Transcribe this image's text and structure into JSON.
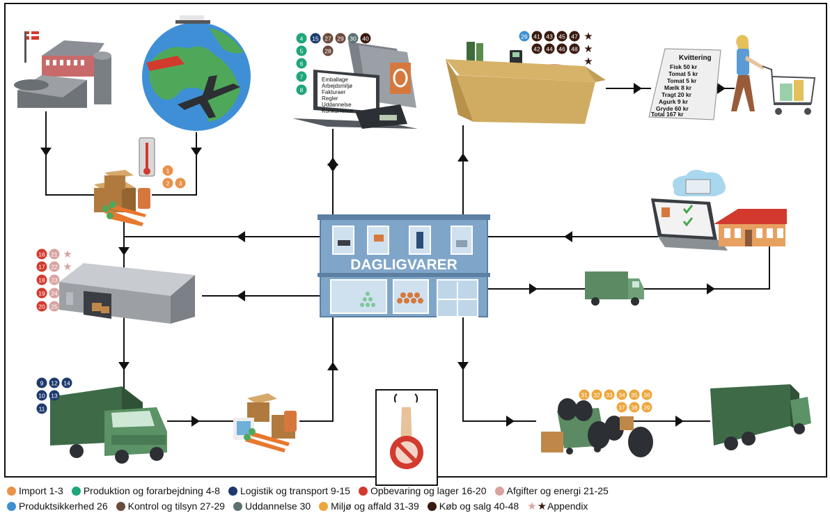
{
  "store_sign": "DAGLIGVARER",
  "laptop_doc": [
    "Emballage",
    "Arbejdsmiljø",
    "Fakturaer",
    "Regler",
    "Uddannelse",
    "Konkurrence"
  ],
  "receipt": {
    "title": "Kvittering",
    "lines": [
      "Fisk   50 kr",
      "Tomat   5 kr",
      "Tomat   5 kr",
      "Mælk    8 kr",
      "Tragt  20 kr",
      "Agurk   9 kr",
      "Gryde  60 kr",
      "Total 167 kr"
    ]
  },
  "colors": {
    "import": "#E8924A",
    "production": "#1FA57A",
    "logistics": "#1E3A6E",
    "storage": "#D23A2E",
    "fees": "#D9A3A0",
    "safety": "#3F8FD0",
    "control": "#6B4A3C",
    "education": "#5C7274",
    "environment": "#EDA63C",
    "trade": "#3A1A10",
    "appendix_light": "#D9A3A0",
    "appendix_dark": "#3A1A10",
    "store_blue": "#7FA6C9",
    "truck_green": "#5B8A63",
    "box_tan": "#E9CD8E"
  },
  "badges": {
    "import": [
      "1",
      "2",
      "3"
    ],
    "production": [
      "4",
      "5",
      "6",
      "7",
      "8"
    ],
    "logistics_top": [
      "15"
    ],
    "control_top": [
      "27",
      "29"
    ],
    "control_mid": [
      "28"
    ],
    "education": [
      "30"
    ],
    "trade_top": [
      "40"
    ],
    "safety": [
      "26"
    ],
    "trade_box": [
      "41",
      "43",
      "45",
      "47",
      "42",
      "44",
      "46",
      "48"
    ],
    "storage": [
      "16",
      "17",
      "18",
      "19",
      "20"
    ],
    "fees": [
      "21",
      "22",
      "23",
      "24",
      "25"
    ],
    "logistics_truck": [
      "9",
      "12",
      "14",
      "10",
      "13",
      "11"
    ],
    "environment": [
      "31",
      "32",
      "33",
      "34",
      "35",
      "36",
      "37",
      "38",
      "39"
    ]
  },
  "legend": [
    {
      "label": "Import 1-3",
      "color": "import",
      "kind": "dot"
    },
    {
      "label": "Produktion og forarbejdning 4-8",
      "color": "production",
      "kind": "dot"
    },
    {
      "label": "Logistik og transport 9-15",
      "color": "logistics",
      "kind": "dot"
    },
    {
      "label": "Opbevaring og lager 16-20",
      "color": "storage",
      "kind": "dot"
    },
    {
      "label": "Afgifter og energi 21-25",
      "color": "fees",
      "kind": "dot"
    },
    {
      "label": "Produktsikkerhed 26",
      "color": "safety",
      "kind": "dot"
    },
    {
      "label": "Kontrol og tilsyn 27-29",
      "color": "control",
      "kind": "dot"
    },
    {
      "label": "Uddannelse 30",
      "color": "education",
      "kind": "dot"
    },
    {
      "label": "Miljø og affald 31-39",
      "color": "environment",
      "kind": "dot"
    },
    {
      "label": "Køb og salg 40-48",
      "color": "trade",
      "kind": "dot"
    },
    {
      "label": "Appendix",
      "color": "appendix",
      "kind": "star"
    }
  ]
}
